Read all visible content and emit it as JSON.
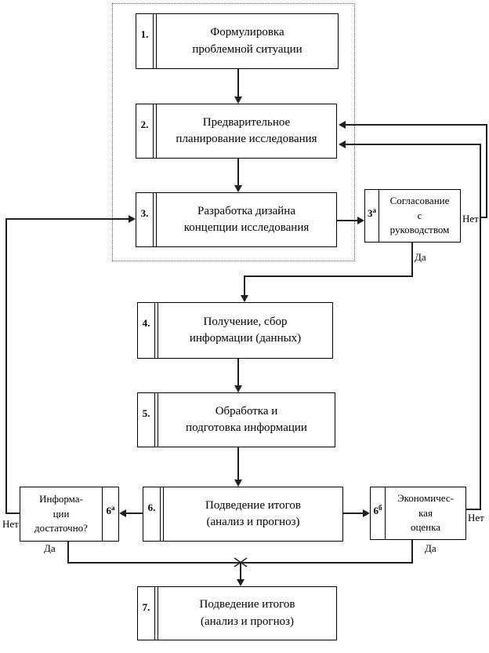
{
  "diagram": {
    "type": "flowchart",
    "language": "ru",
    "colors": {
      "line": "#1f1f1f",
      "border": "#000000",
      "background": "#ffffff"
    }
  },
  "steps": {
    "s1": {
      "num": "1.",
      "sup": "",
      "line1": "Формулировка",
      "line2": "проблемной ситуации"
    },
    "s2": {
      "num": "2.",
      "sup": "",
      "line1": "Предварительное",
      "line2": "планирование исследования"
    },
    "s3": {
      "num": "3.",
      "sup": "",
      "line1": "Разработка дизайна",
      "line2": "концепции исследования"
    },
    "s3a": {
      "num": "3",
      "sup": "а",
      "line1": "Согласование",
      "line2": "с",
      "line3": "руководством"
    },
    "s4": {
      "num": "4.",
      "sup": "",
      "line1": "Получение, сбор",
      "line2": "информации (данных)"
    },
    "s5": {
      "num": "5.",
      "sup": "",
      "line1": "Обработка и",
      "line2": "подготовка информации"
    },
    "s6": {
      "num": "6.",
      "sup": "",
      "line1": "Подведение итогов",
      "line2": "(анализ и прогноз)"
    },
    "s6a": {
      "num": "6",
      "sup": "а",
      "line1": "Информа-",
      "line2": "ции",
      "line3": "достаточно?"
    },
    "s6b": {
      "num": "6",
      "sup": "б",
      "line1": "Экономичес-",
      "line2": "кая",
      "line3": "оценка"
    },
    "s7": {
      "num": "7.",
      "sup": "",
      "line1": "Подведение итогов",
      "line2": "(анализ и прогноз)"
    }
  },
  "edge_labels": {
    "yes_3a": "Да",
    "no_3a": "Нет",
    "yes_6a": "Да",
    "no_6a": "Нет",
    "yes_6b": "Да",
    "no_6b": "Нет"
  }
}
